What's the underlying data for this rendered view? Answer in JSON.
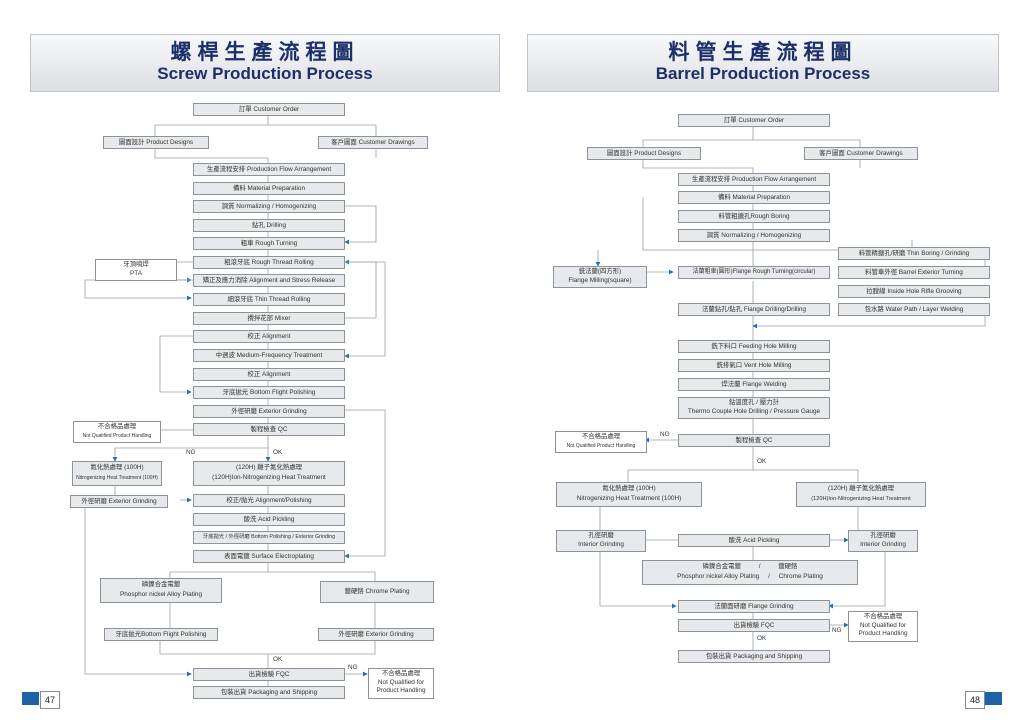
{
  "screw": {
    "title_zh": "螺桿生產流程圖",
    "title_en": "Screw Production Process",
    "order": "訂單 Customer Order",
    "designs": "圖面設計 Product Designs",
    "drawings": "客戶圖面 Customer Drawings",
    "flow": "生產流程安排 Production Flow Arrangement",
    "material": "備料 Material Preparation",
    "normalizing": "調質 Normalizing / Homogenizing",
    "drilling": "鉆孔 Drilling",
    "rough_turning": "粗車 Rough Turning",
    "rough_thread": "粗滾牙底 Rough Thread Rolling",
    "pta_zh": "牙頂噴焊",
    "pta_en": "PTA",
    "alignment_stress": "矯正及應力消除 Alignment and Stress Release",
    "thin_thread": "細滾牙底 Thin Thread Rolling",
    "mixer": "攪拌花部 Mixer",
    "alignment1": "校正 Alignment",
    "mf_treatment": "中週波 Medium-Frequency Treatment",
    "alignment2": "校正 Alignment",
    "bottom_polish": "牙底拋光 Bottom Flight Polishing",
    "ext_grinding": "外徑研磨 Exterior Grinding",
    "qc": "製程檢查 QC",
    "nq_zh": "不合格品處理",
    "nq_en": "Not Qualified Product Handling",
    "ng": "NG",
    "ok": "OK",
    "nitro_zh": "氮化熱處理 (100H)",
    "nitro_en": "Nitrogenizing Heat Treatment (100H)",
    "ion_zh": "(120H) 離子氮化熱處理",
    "ion_en": "(120H)Ion-Nitrogenizing Heat Treatment",
    "ext_grinding_left": "外徑研磨 Exterior Grinding",
    "align_polish": "校正/拋光 Alignment/Polishing",
    "acid": "酸洗 Acid Pickling",
    "bottom_ext": "牙底拋光 / 外徑研磨 Bottom Polishing / Exterior Grinding",
    "surface": "表面電鍍 Surface Electroplating",
    "phos_zh": "磷鎳合金電鍍",
    "phos_en": "Phosphor nickel Alloy Plating",
    "chrome": "鍍硬鉻 Chrome Plating",
    "bottom_polish2": "牙底拋光Bottom Flight Polishing",
    "ext_grinding2": "外徑研磨 Exterior Grinding",
    "ok2": "OK",
    "fqc": "出貨檢驗 FQC",
    "ng2": "NG",
    "nq2_zh": "不合格品處理",
    "nq2_en1": "Not Qualified for",
    "nq2_en2": "Product Handling",
    "packaging": "包裝出貨 Packaging and Shipping",
    "page": "47"
  },
  "barrel": {
    "title_zh": "料管生產流程圖",
    "title_en": "Barrel Production Process",
    "order": "訂單 Customer Order",
    "designs": "圖面設計 Product Designs",
    "drawings": "客戶圖面 Customer Drawings",
    "flow": "生產流程安排 Production Flow Arrangement",
    "material": "備料 Material Preparation",
    "rough_boring": "料管粗搪孔Rough Boring",
    "normalizing": "調質 Normalizing / Homogenizing",
    "thin_boring": "料管精搪孔/研磨 Thin Boring / Grinding",
    "ext_turning": "料管車外徑 Barrel Exterior Turning",
    "rifle": "拉膛線 Inside Hole Rifle Grooving",
    "water": "包水路 Water Path / Layer Welding",
    "flange_mill_zh": "銑法蘭(四方形)",
    "flange_mill_en": "Flange Milling(square)",
    "flange_rough": "法蘭粗車(圓形)Flange Rough Turning(circular)",
    "flange_drill": "法蘭鉆孔/鉆孔 Flange Drilling/Drilling",
    "feeding": "銑下料口 Feeding Hole Milling",
    "vent": "銑排氣口 Vent Hole Milling",
    "flange_weld": "焊法蘭 Flange Welding",
    "thermo_zh": "鉆溫度孔 / 壓力計",
    "thermo_en": "Thermo Couple Hole Drilling / Pressure Gauge",
    "qc": "製程檢查 QC",
    "ng": "NG",
    "nq_zh": "不合格品處理",
    "nq_en": "Not Qualified Product Handling",
    "ok": "OK",
    "nitro_zh": "氮化熱處理 (100H)",
    "nitro_en": "Nitrogenizing Heat Treatment (100H)",
    "ion_zh": "(120H) 離子氮化熱處理",
    "ion_en": "(120H)Ion-Nitrogenizing Heat Treatment",
    "int_left_zh": "孔徑研磨",
    "int_left_en": "Interior Grinding",
    "acid": "酸洗 Acid Pickling",
    "int_right_zh": "孔徑研磨",
    "int_right_en": "Interior Grinding",
    "plating_zh": "磷鎳合金電鍍          /          鍍硬鉻",
    "plating_en": "Phosphor nickel Alloy Plating     /     Chrome Plating",
    "flange_grind": "法蘭面研磨 Flange Grinding",
    "fqc": "出貨檢驗 FQC",
    "ng2": "NG",
    "nq2_zh": "不合格品處理",
    "nq2_en1": "Not Qualified for",
    "nq2_en2": "Product Handling",
    "ok2": "OK",
    "packaging": "包裝出貨 Packaging and Shipping",
    "page": "48"
  },
  "colors": {
    "title": "#1c2f6a",
    "arrow": "#2a6fb6",
    "line": "#9aa0a6",
    "box_fill": "#e7e9ec",
    "logo": "#1e62a6"
  }
}
